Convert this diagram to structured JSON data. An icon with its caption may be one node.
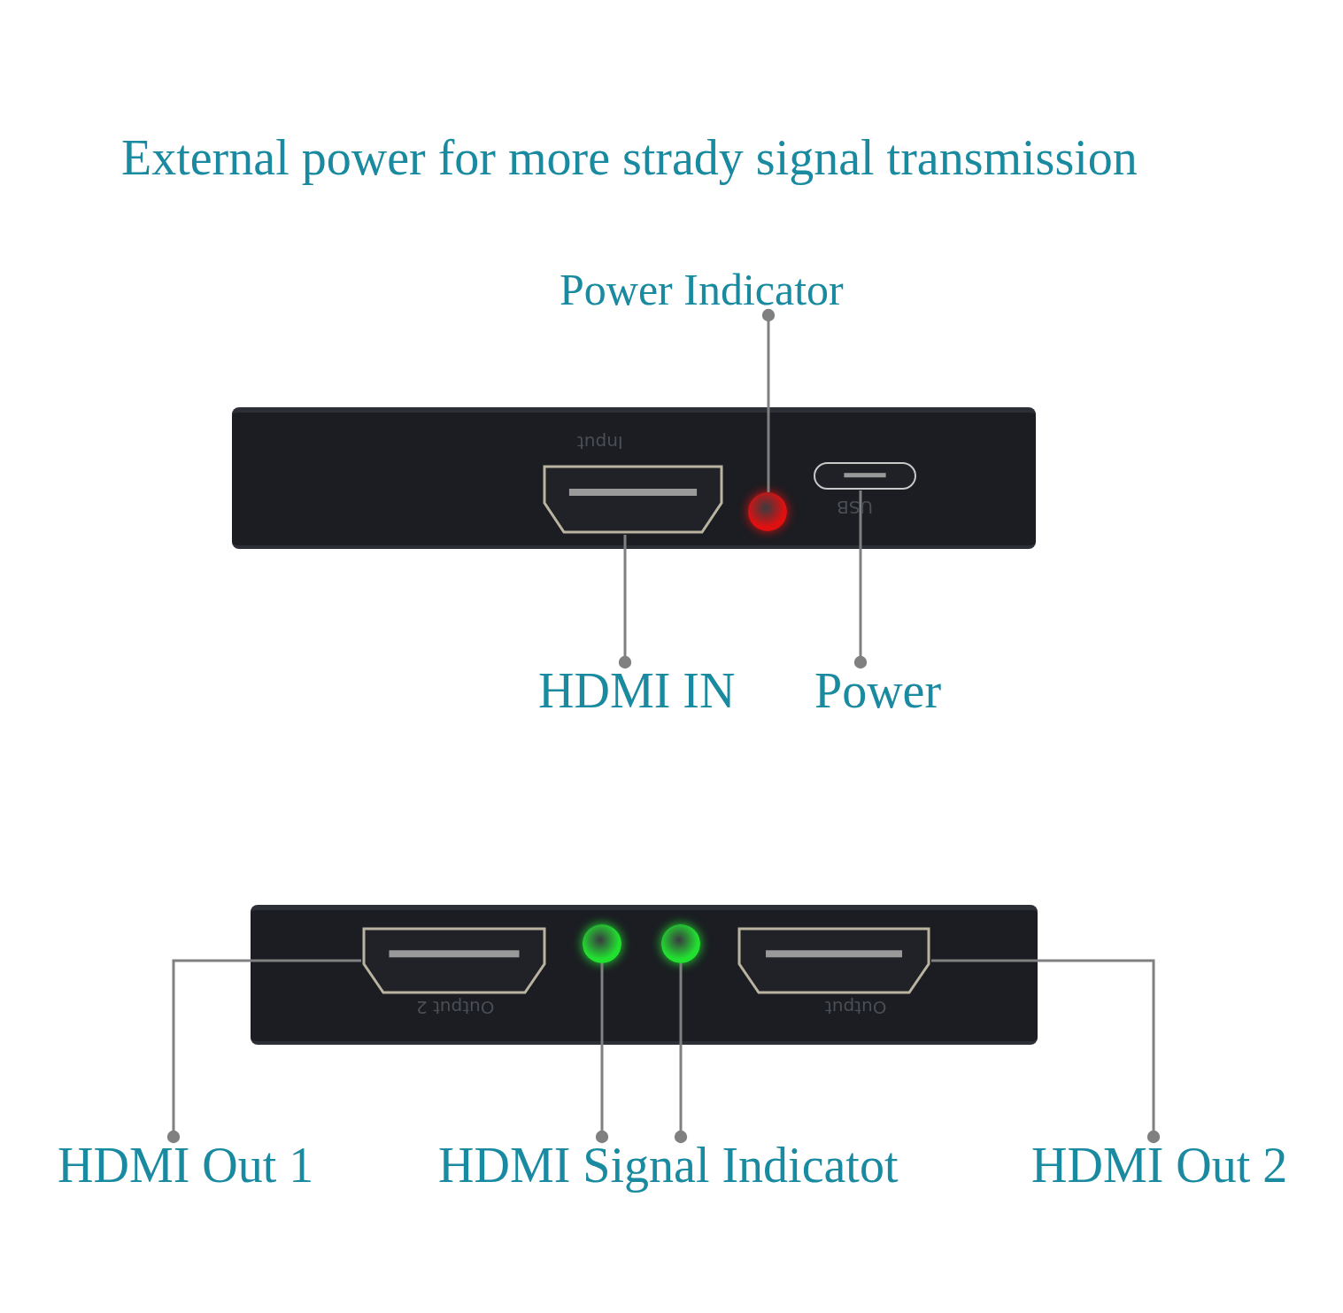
{
  "diagram": {
    "title": "External power for more strady signal transmission",
    "nodes": [
      {
        "text": [
          "Power Indicator"
        ]
      },
      {
        "text": [],
        "shape": "box"
      },
      {
        "text": [],
        "shape": "box",
        "in": 1,
        "beside": [
          "Input"
        ]
      },
      {
        "text": [],
        "shape": "circle",
        "in": 1
      },
      {
        "text": [],
        "shape": "box",
        "in": 1,
        "beside": [
          "USB"
        ]
      },
      {
        "text": [
          "HDMI IN"
        ]
      },
      {
        "text": [
          "Power"
        ]
      },
      {
        "text": [],
        "shape": "box"
      },
      {
        "text": [],
        "shape": "box",
        "in": 7,
        "beside": [
          "Output 2"
        ]
      },
      {
        "text": [],
        "shape": "circle",
        "in": 7
      },
      {
        "text": [],
        "shape": "circle",
        "in": 7
      },
      {
        "text": [],
        "shape": "box",
        "in": 7,
        "beside": [
          "Output"
        ]
      },
      {
        "text": [
          "HDMI Out 1"
        ]
      },
      {
        "text": [
          "HDMI Signal Indicatot"
        ]
      },
      {
        "text": [
          "HDMI Out 2"
        ]
      }
    ],
    "edges": [
      {
        "from": 0,
        "to": 3,
        "arrow": "other"
      },
      {
        "from": 5,
        "to": 2,
        "arrow": "other"
      },
      {
        "from": 6,
        "to": 4,
        "arrow": "other"
      },
      {
        "from": 12,
        "to": 8,
        "arrow": "other"
      },
      {
        "from": 13,
        "to": 9,
        "arrow": "other"
      },
      {
        "from": 13,
        "to": 10,
        "arrow": "other"
      },
      {
        "from": 14,
        "to": 11,
        "arrow": "other"
      }
    ]
  }
}
